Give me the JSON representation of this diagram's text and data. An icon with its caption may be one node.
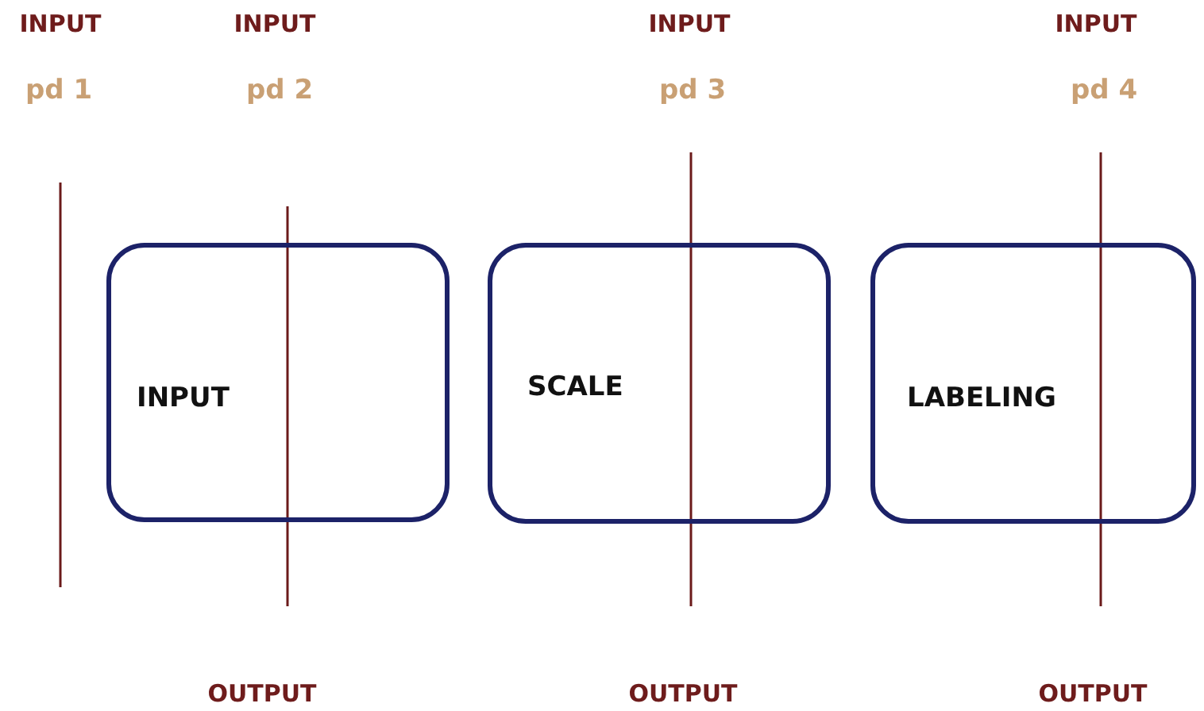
{
  "diagram": {
    "nodes": [
      {
        "text": [
          "INPUT"
        ]
      },
      {
        "text": [
          "SCALE"
        ]
      },
      {
        "text": [
          "LABELING"
        ]
      }
    ],
    "labels": [
      "INPUT",
      "INPUT",
      "INPUT",
      "INPUT",
      "pd 1",
      "pd 2",
      "pd 3",
      "pd 4",
      "OUTPUT",
      "OUTPUT",
      "OUTPUT"
    ]
  }
}
